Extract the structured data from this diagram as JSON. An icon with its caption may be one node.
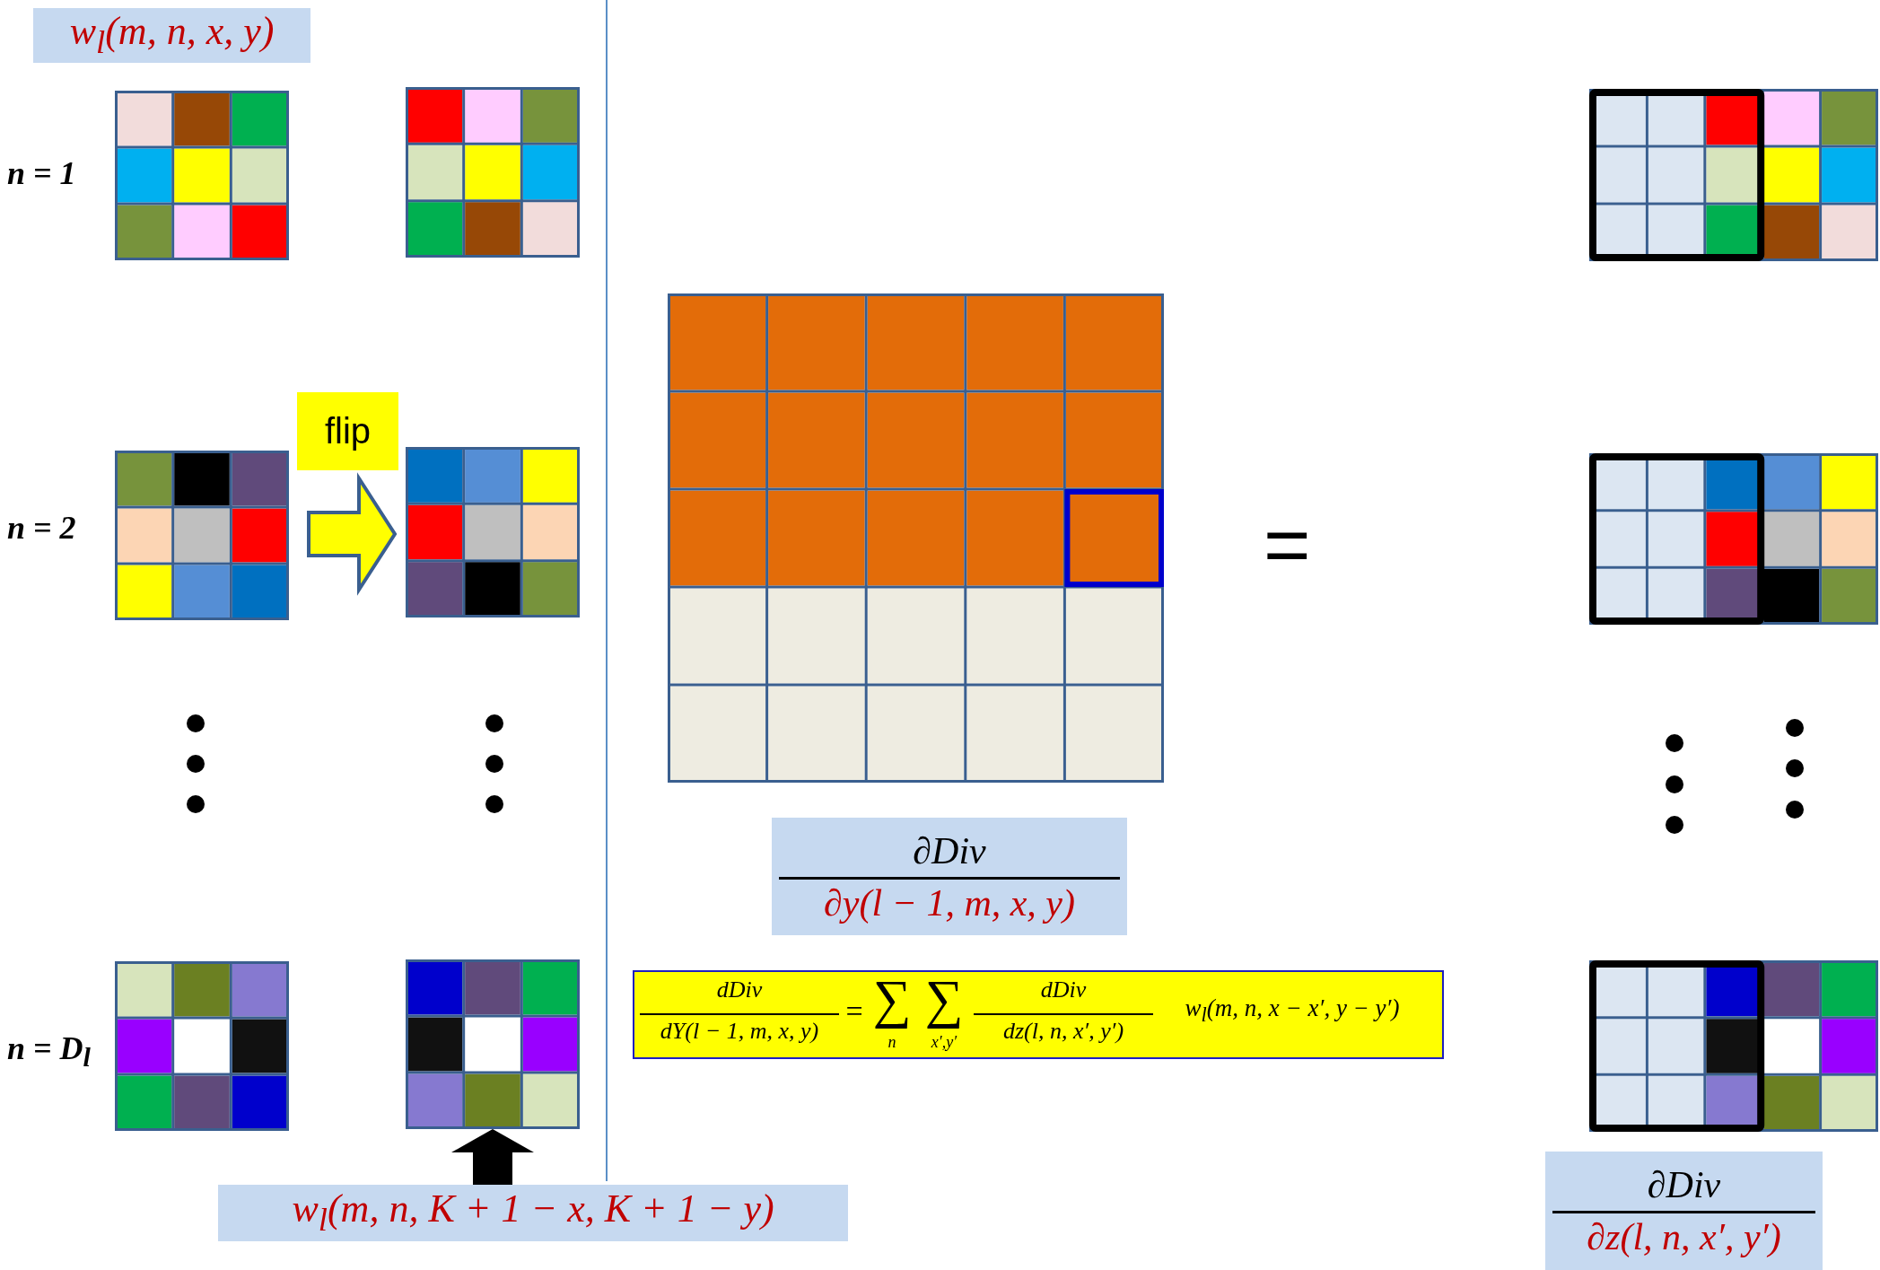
{
  "diagram": {
    "nodes": [
      {
        "text": [
          "w$_{l}$(m, n, x, y)"
        ]
      },
      {
        "text": [],
        "shape": "grid"
      },
      {
        "text": [],
        "shape": "grid"
      },
      {
        "text": [],
        "shape": "grid"
      },
      {
        "text": [],
        "shape": "grid"
      },
      {
        "text": [],
        "shape": "grid"
      },
      {
        "text": [],
        "shape": "grid"
      },
      {
        "text": [
          "flip"
        ]
      },
      {
        "text": [],
        "shape": "grid"
      },
      {
        "text": [
          "∂Div",
          "∂y(l − 1, m, x, y)"
        ]
      },
      {
        "text": [
          "dDiv",
          "dY(l − 1, m, x, y)",
          "=",
          "∑",
          "n",
          "∑",
          "x′,y′",
          "dDiv",
          "dz(l, n, x′, y′)",
          "w$_{l}$(m, n, x − x′, y − y′)"
        ]
      },
      {
        "text": [],
        "shape": "grid"
      },
      {
        "text": [],
        "shape": "grid"
      },
      {
        "text": [],
        "shape": "grid"
      },
      {
        "text": [
          "∂Div",
          "∂z(l, n, x′, y′)"
        ]
      },
      {
        "text": [
          "w$_{l}$(m, n, K + 1 − x, K + 1 − y)"
        ]
      }
    ],
    "edges": [
      {
        "from": 3,
        "to": 4,
        "arrow": "to",
        "color": "#ffff00"
      },
      {
        "from": 15,
        "to": 6,
        "arrow": "to",
        "style": "thick"
      }
    ],
    "labels": [
      "n = 1",
      "n = 2",
      "=",
      "n = D$_{l}$"
    ]
  }
}
